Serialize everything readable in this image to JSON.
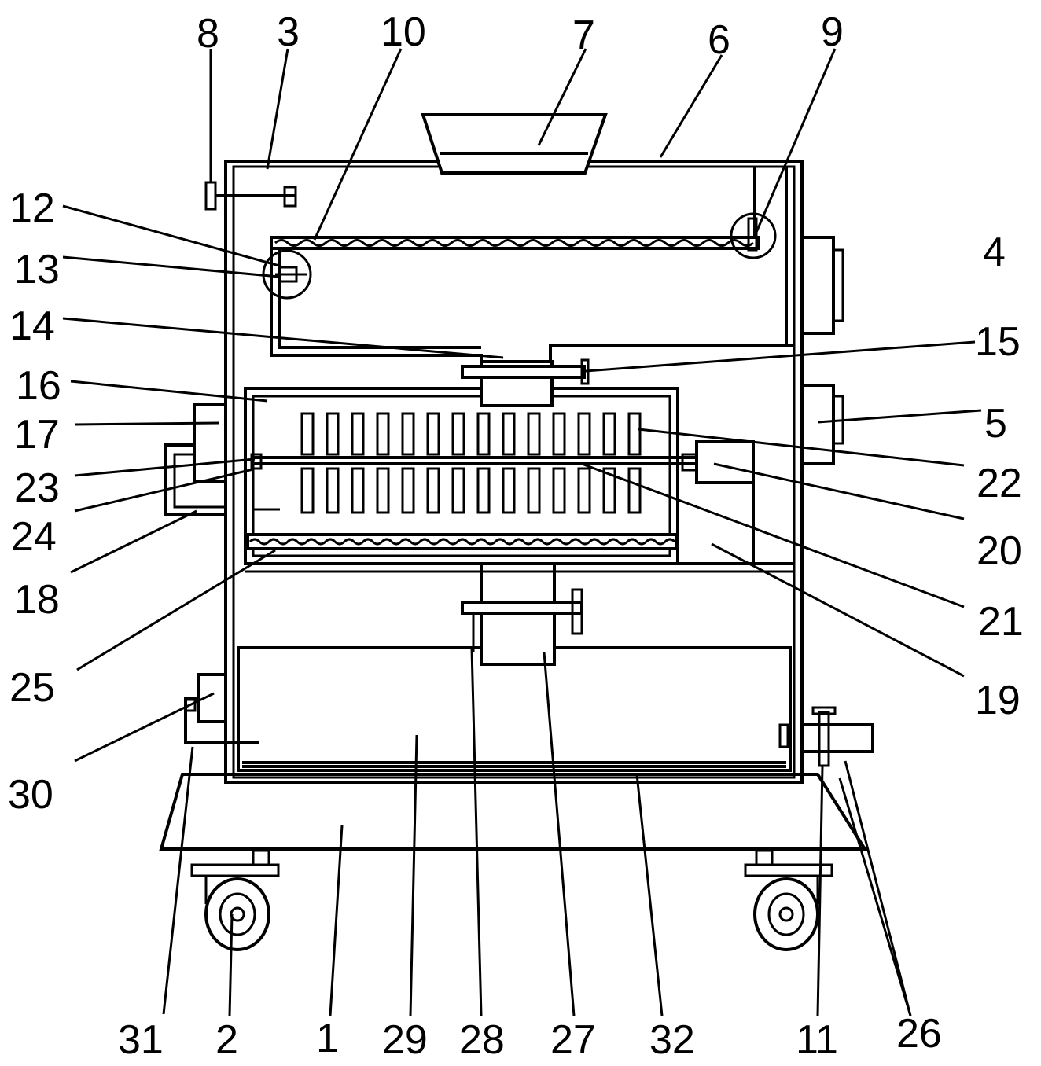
{
  "labels": {
    "l1": "1",
    "l2": "2",
    "l3": "3",
    "l4": "4",
    "l5": "5",
    "l6": "6",
    "l7": "7",
    "l8": "8",
    "l9": "9",
    "l10": "10",
    "l11": "11",
    "l12": "12",
    "l13": "13",
    "l14": "14",
    "l15": "15",
    "l16": "16",
    "l17": "17",
    "l18": "18",
    "l19": "19",
    "l20": "20",
    "l21": "21",
    "l22": "22",
    "l23": "23",
    "l24": "24",
    "l25": "25",
    "l26": "26",
    "l27": "27",
    "l28": "28",
    "l29": "29",
    "l30": "30",
    "l31": "31",
    "l32": "32"
  },
  "colors": {
    "stroke": "#000000",
    "background": "#ffffff"
  }
}
